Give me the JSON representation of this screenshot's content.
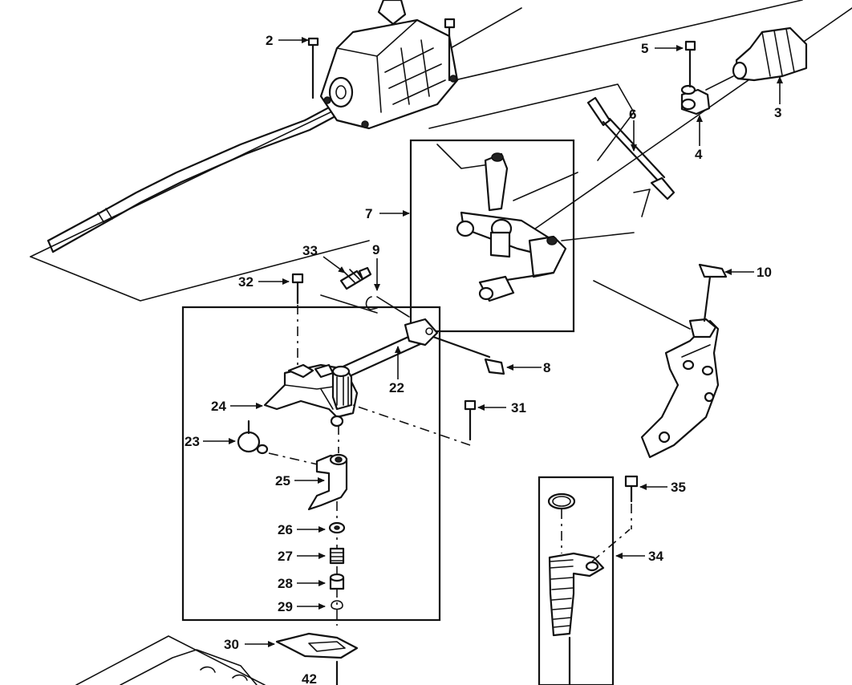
{
  "diagram": {
    "callouts": {
      "c2": "2",
      "c3": "3",
      "c4": "4",
      "c5": "5",
      "c6": "6",
      "c7": "7",
      "c8": "8",
      "c9": "9",
      "c10": "10",
      "c22": "22",
      "c23": "23",
      "c24": "24",
      "c25": "25",
      "c26": "26",
      "c27": "27",
      "c28": "28",
      "c29": "29",
      "c30": "30",
      "c31": "31",
      "c32": "32",
      "c33": "33",
      "c34": "34",
      "c35": "35",
      "c42": "42"
    },
    "colors": {
      "line": "#111111",
      "background": "#ffffff",
      "shade": "#bdbdbd"
    }
  }
}
